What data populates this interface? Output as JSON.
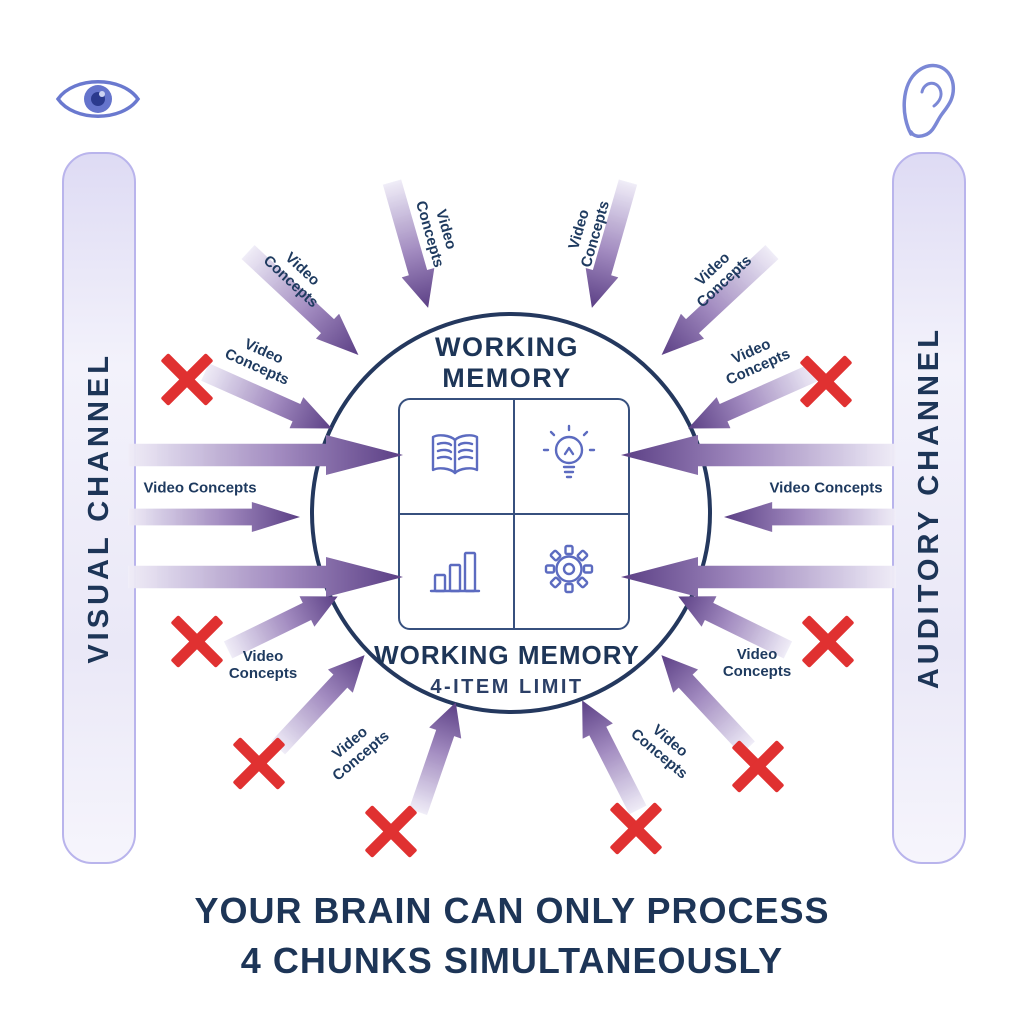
{
  "colors": {
    "navy": "#1d3557",
    "purple_deep": "#5b3f85",
    "purple_light": "#ece9f5",
    "icon_purple": "#5c6bc0",
    "channel_border": "#b9b4ec",
    "red_x": "#e03131"
  },
  "icons": {
    "top_left": "eye-icon",
    "top_right": "ear-icon",
    "quadrants": [
      "book-icon",
      "lightbulb-icon",
      "bar-chart-icon",
      "gear-icon"
    ],
    "blocked": "red-x-icon"
  },
  "channels": {
    "visual": "VISUAL CHANNEL",
    "auditory": "AUDITORY CHANNEL"
  },
  "working_memory": {
    "title_line1": "WORKING",
    "title_line2": "MEMORY",
    "bottom_title": "WORKING MEMORY",
    "bottom_subtitle": "4-ITEM LIMIT"
  },
  "flow_label": {
    "full": "Video Concepts",
    "line1": "Video",
    "line2": "Concepts"
  },
  "headline": {
    "line1": "YOUR BRAIN CAN ONLY PROCESS",
    "line2": "4 CHUNKS SIMULTANEOUSLY"
  }
}
